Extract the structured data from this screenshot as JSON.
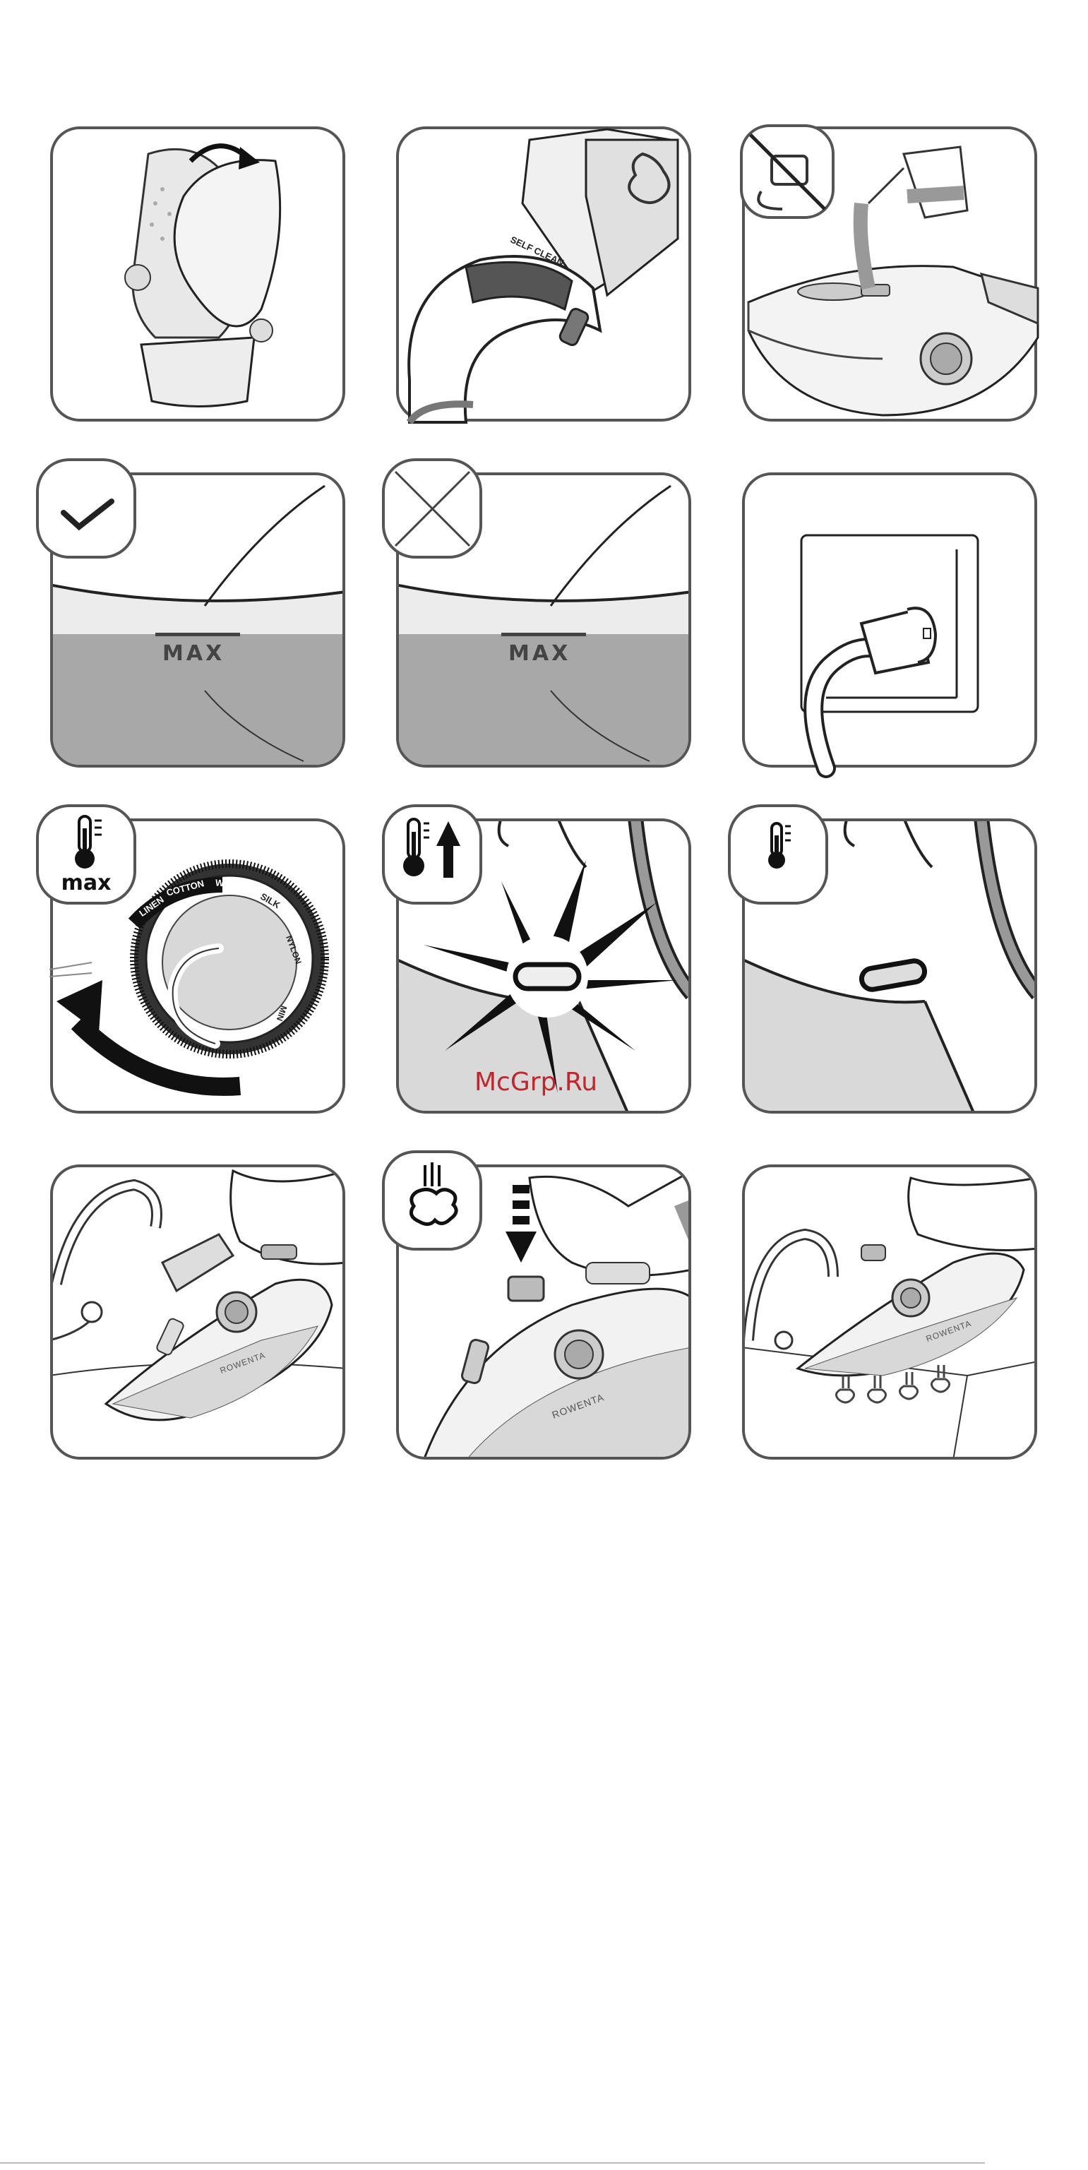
{
  "panels": {
    "p1": {},
    "p2": {
      "dial_label": "SELF CLEAN"
    },
    "p3": {},
    "p4": {
      "max_label": "MAX"
    },
    "p5": {
      "max_label": "MAX"
    },
    "p6": {},
    "p7": {
      "badge_text": "max",
      "dial": {
        "linen": "LINEN",
        "cotton": "COTTON",
        "wool": "WOOL",
        "silk": "SILK",
        "nylon": "NYLON",
        "min": "MIN"
      }
    },
    "p8": {},
    "p9": {},
    "p10": {
      "brand": "ROWENTA"
    },
    "p11": {
      "brand": "ROWENTA"
    },
    "p12": {
      "brand": "ROWENTA"
    }
  },
  "watermark": "McGrp.Ru",
  "colors": {
    "outline": "#555555",
    "water": "#a8a8a8",
    "dark": "#222222",
    "accent": "#c0272d"
  }
}
